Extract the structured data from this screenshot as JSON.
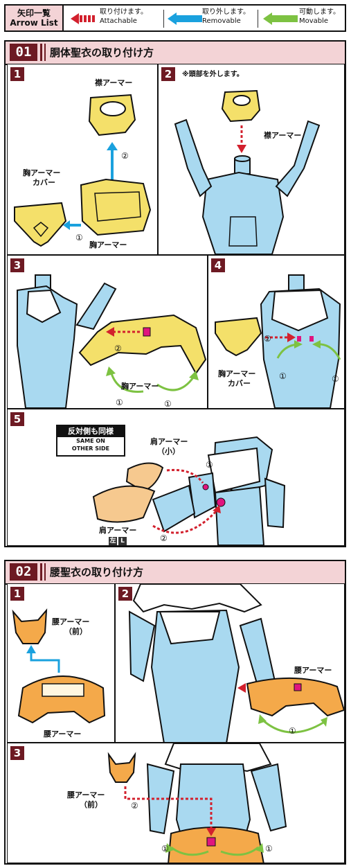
{
  "legend": {
    "title_jp": "矢印一覧",
    "title_en": "Arrow List",
    "items": [
      {
        "jp": "取り付けます。",
        "en": "Attachable",
        "color": "#d2202d",
        "icon": "red-dashed-arrow-icon"
      },
      {
        "jp": "取り外します。",
        "en": "Removable",
        "color": "#1aa1de",
        "icon": "blue-arrow-icon"
      },
      {
        "jp": "可動します。",
        "en": "Movable",
        "color": "#7dc242",
        "icon": "green-arrow-icon"
      }
    ]
  },
  "colors": {
    "body": "#a9d9f0",
    "gold": "#f4e06a",
    "orange": "#f4a94a",
    "skin": "#f6c98f",
    "header": "#f3d3d6",
    "badge": "#6d1a23"
  },
  "section1": {
    "number": "01",
    "title": "胴体聖衣の取り付け方",
    "steps": [
      {
        "num": "1",
        "labels": {
          "collar": "襟アーマー",
          "chest": "胸アーマー",
          "cover_l1": "胸アーマー",
          "cover_l2": "カバー",
          "c1": "①",
          "c2": "②"
        }
      },
      {
        "num": "2",
        "note": "※頭部を外します。",
        "labels": {
          "collar": "襟アーマー"
        }
      },
      {
        "num": "3",
        "labels": {
          "chest": "胸アーマー",
          "c1a": "①",
          "c1b": "①",
          "c2": "②"
        }
      },
      {
        "num": "4",
        "labels": {
          "cover_l1": "胸アーマー",
          "cover_l2": "カバー",
          "c1a": "①",
          "c1b": "①",
          "c2": "②"
        }
      },
      {
        "num": "5",
        "box_jp": "反対側も同様",
        "box_en1": "SAME ON",
        "box_en2": "OTHER SIDE",
        "labels": {
          "small_l1": "肩アーマー",
          "small_l2": "（小）",
          "shoulder": "肩アーマー",
          "left_jp": "左",
          "left_en": "L",
          "c1": "①",
          "c2": "②"
        }
      }
    ]
  },
  "section2": {
    "number": "02",
    "title": "腰聖衣の取り付け方",
    "steps": [
      {
        "num": "1",
        "labels": {
          "front_l1": "腰アーマー",
          "front_l2": "（前）",
          "waist": "腰アーマー"
        }
      },
      {
        "num": "2",
        "labels": {
          "waist": "腰アーマー",
          "c1": "①"
        }
      },
      {
        "num": "3",
        "labels": {
          "front_l1": "腰アーマー",
          "front_l2": "（前）",
          "c1a": "①",
          "c1b": "①",
          "c2": "②"
        }
      }
    ]
  }
}
